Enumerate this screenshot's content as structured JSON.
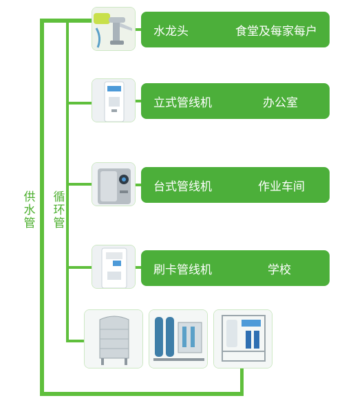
{
  "labels": {
    "supply": "供水管",
    "loop": "循环管"
  },
  "rows": [
    {
      "device": "水龙头",
      "location": "食堂及每家每户",
      "icon": "faucet-icon"
    },
    {
      "device": "立式管线机",
      "location": "办公室",
      "icon": "standing-dispenser-icon"
    },
    {
      "device": "台式管线机",
      "location": "作业车间",
      "icon": "desktop-dispenser-icon"
    },
    {
      "device": "刷卡管线机",
      "location": "学校",
      "icon": "card-dispenser-icon"
    }
  ],
  "equipment": [
    "stainless-water-tank-icon",
    "filter-system-icon",
    "ro-purifier-icon"
  ],
  "colors": {
    "pipe": "#5fbf3c",
    "card": "#4caf3a",
    "label": "#4caf2e"
  }
}
